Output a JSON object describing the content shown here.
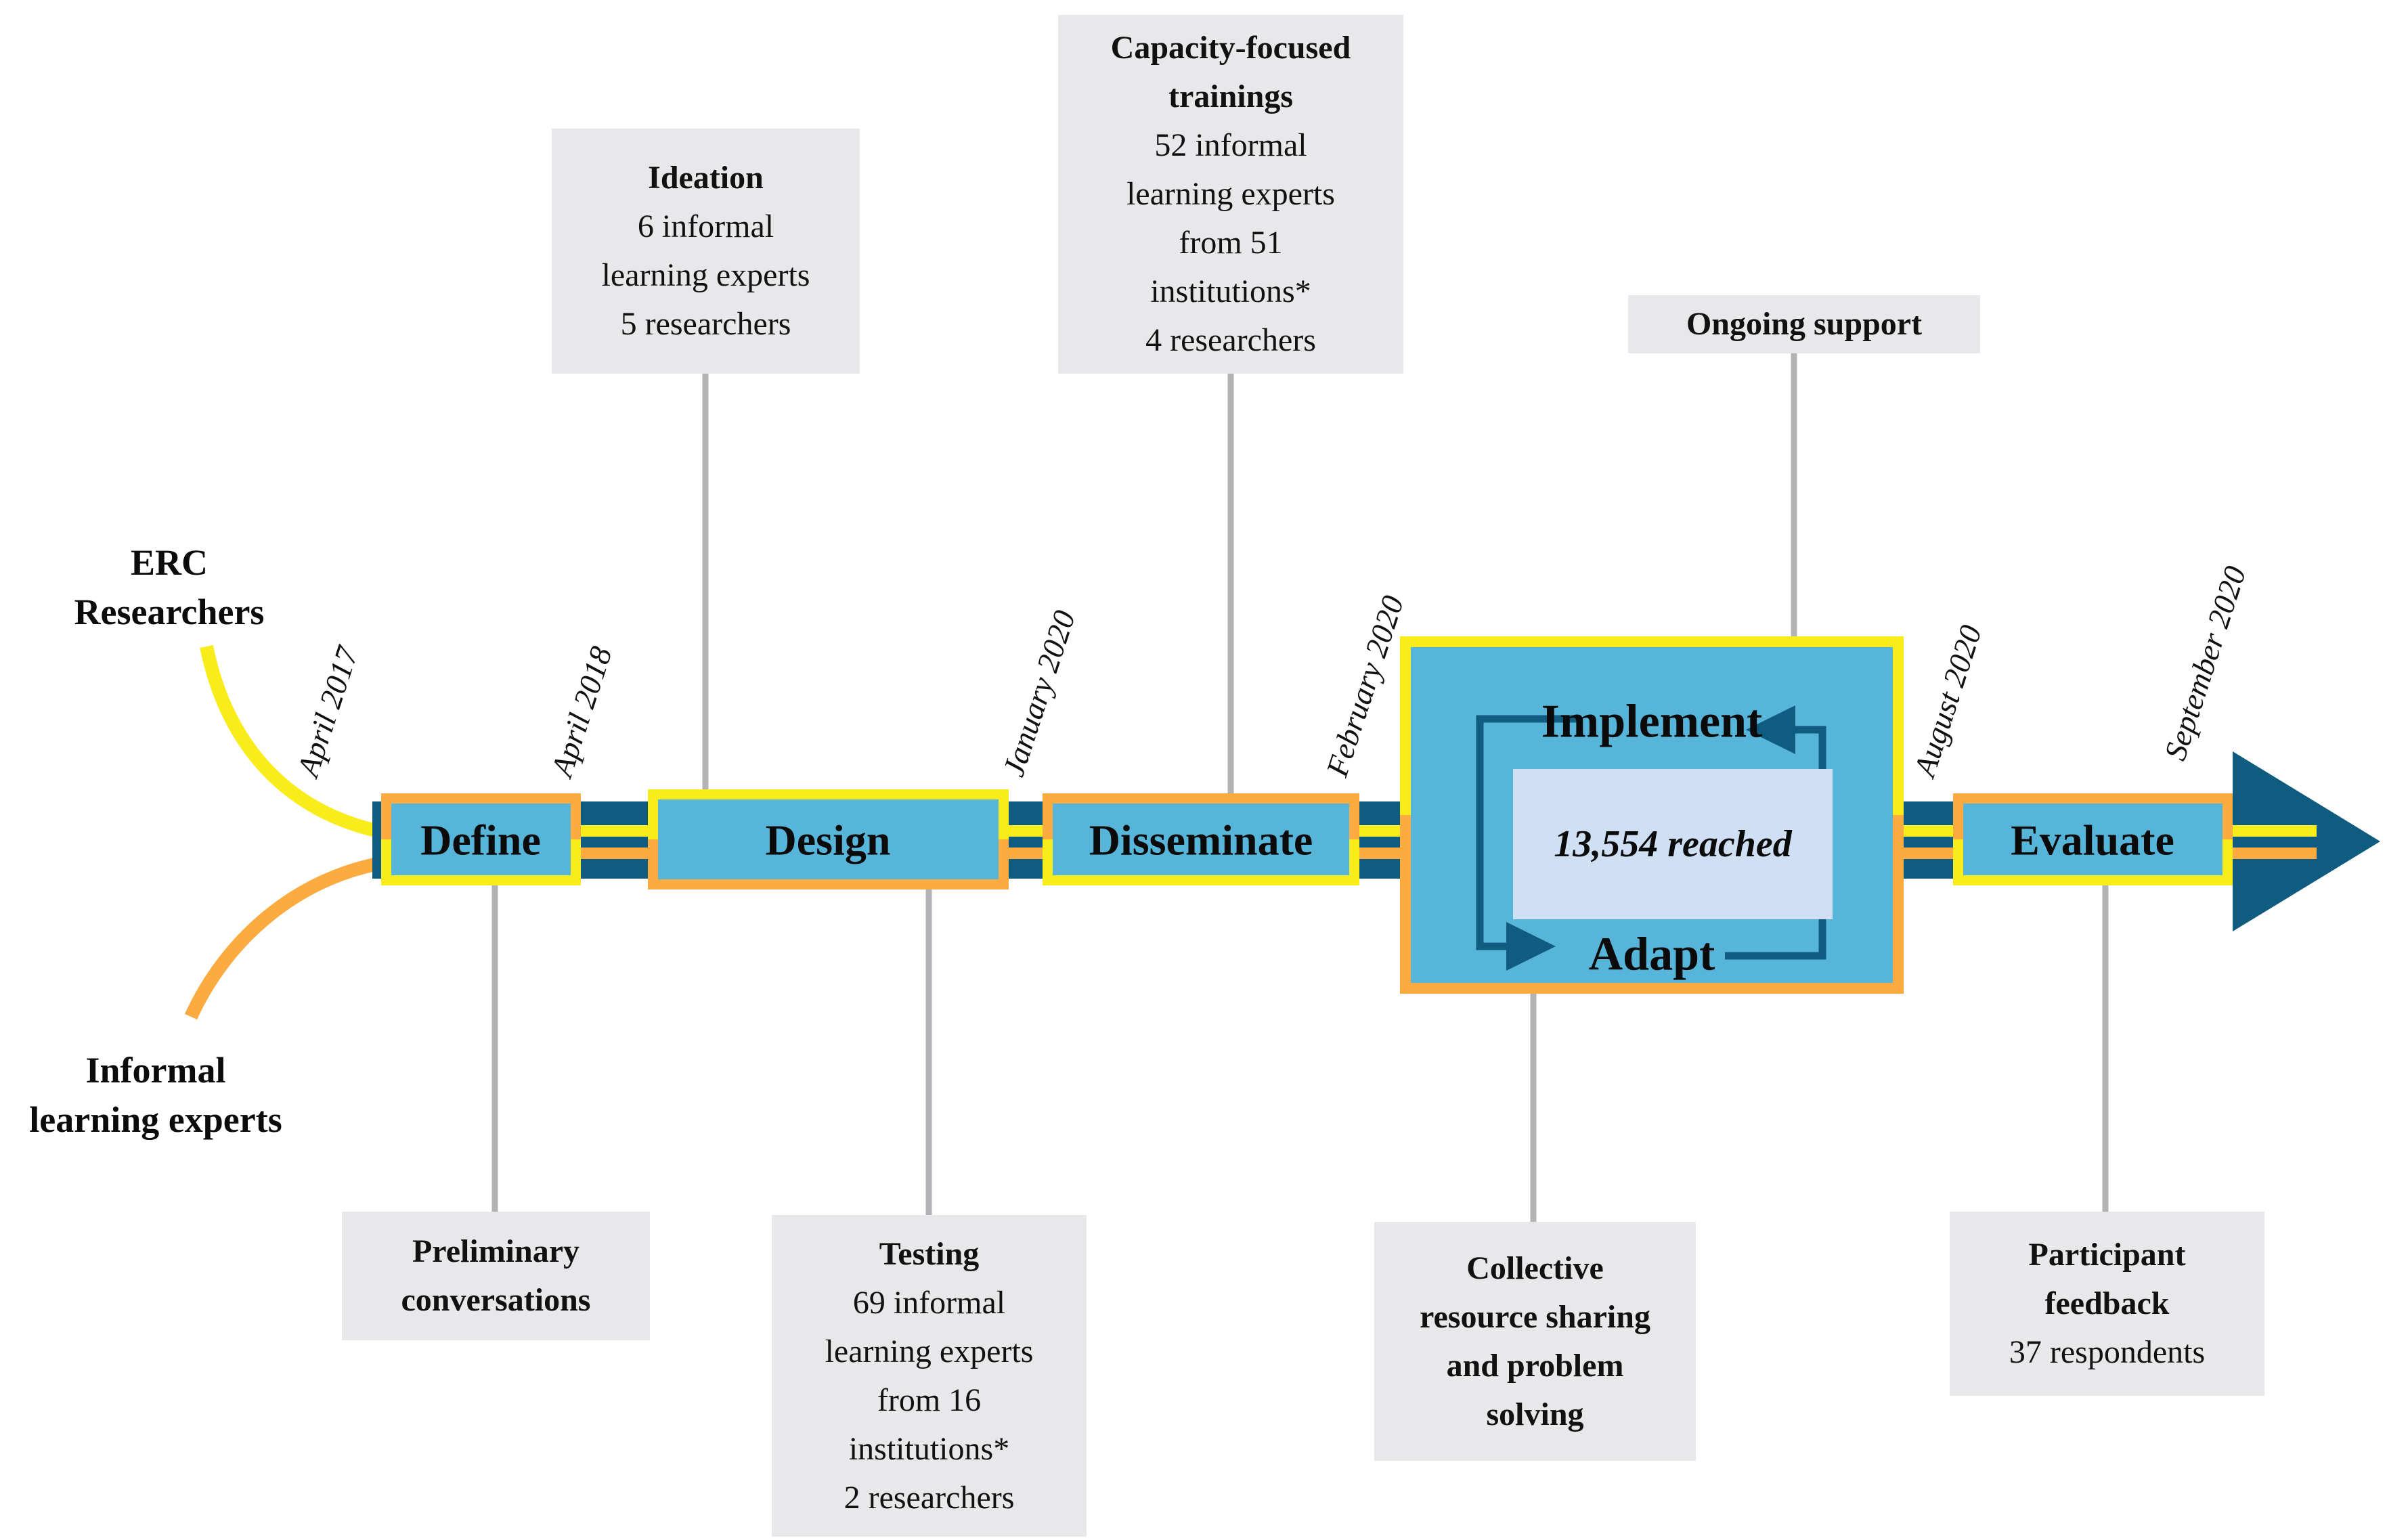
{
  "colors": {
    "dark_blue": "#0f5c80",
    "light_blue": "#57b5d9",
    "pale_blue": "#cfe0f4",
    "yellow": "#f8ec1a",
    "orange": "#fbab40",
    "callout_bg": "#e8e8ea",
    "connector_gray": "#b3b3b5"
  },
  "left_labels": {
    "erc_researchers": "ERC\nResearchers",
    "informal_experts": "Informal\nlearning experts"
  },
  "dates": [
    "April 2017",
    "April 2018",
    "January 2020",
    "February 2020",
    "August 2020",
    "September 2020"
  ],
  "phases": {
    "define": "Define",
    "design": "Design",
    "disseminate": "Disseminate",
    "evaluate": "Evaluate",
    "implement": "Implement",
    "adapt": "Adapt",
    "reached": "13,554 reached"
  },
  "callouts": {
    "ideation": {
      "title": "Ideation",
      "body": "6 informal\nlearning experts\n5 researchers"
    },
    "capacity": {
      "title": "Capacity-focused\ntrainings",
      "body": "52 informal\nlearning experts\nfrom 51\ninstitutions*\n4 researchers"
    },
    "ongoing": {
      "title": "Ongoing support",
      "body": ""
    },
    "preliminary": {
      "title": "Preliminary\nconversations",
      "body": ""
    },
    "testing": {
      "title": "Testing",
      "body": "69 informal\nlearning experts\nfrom 16\ninstitutions*\n2 researchers"
    },
    "collective": {
      "title": "Collective\nresource sharing\nand problem\nsolving",
      "body": ""
    },
    "participant": {
      "title": "Participant\nfeedback",
      "body": "37 respondents"
    }
  }
}
